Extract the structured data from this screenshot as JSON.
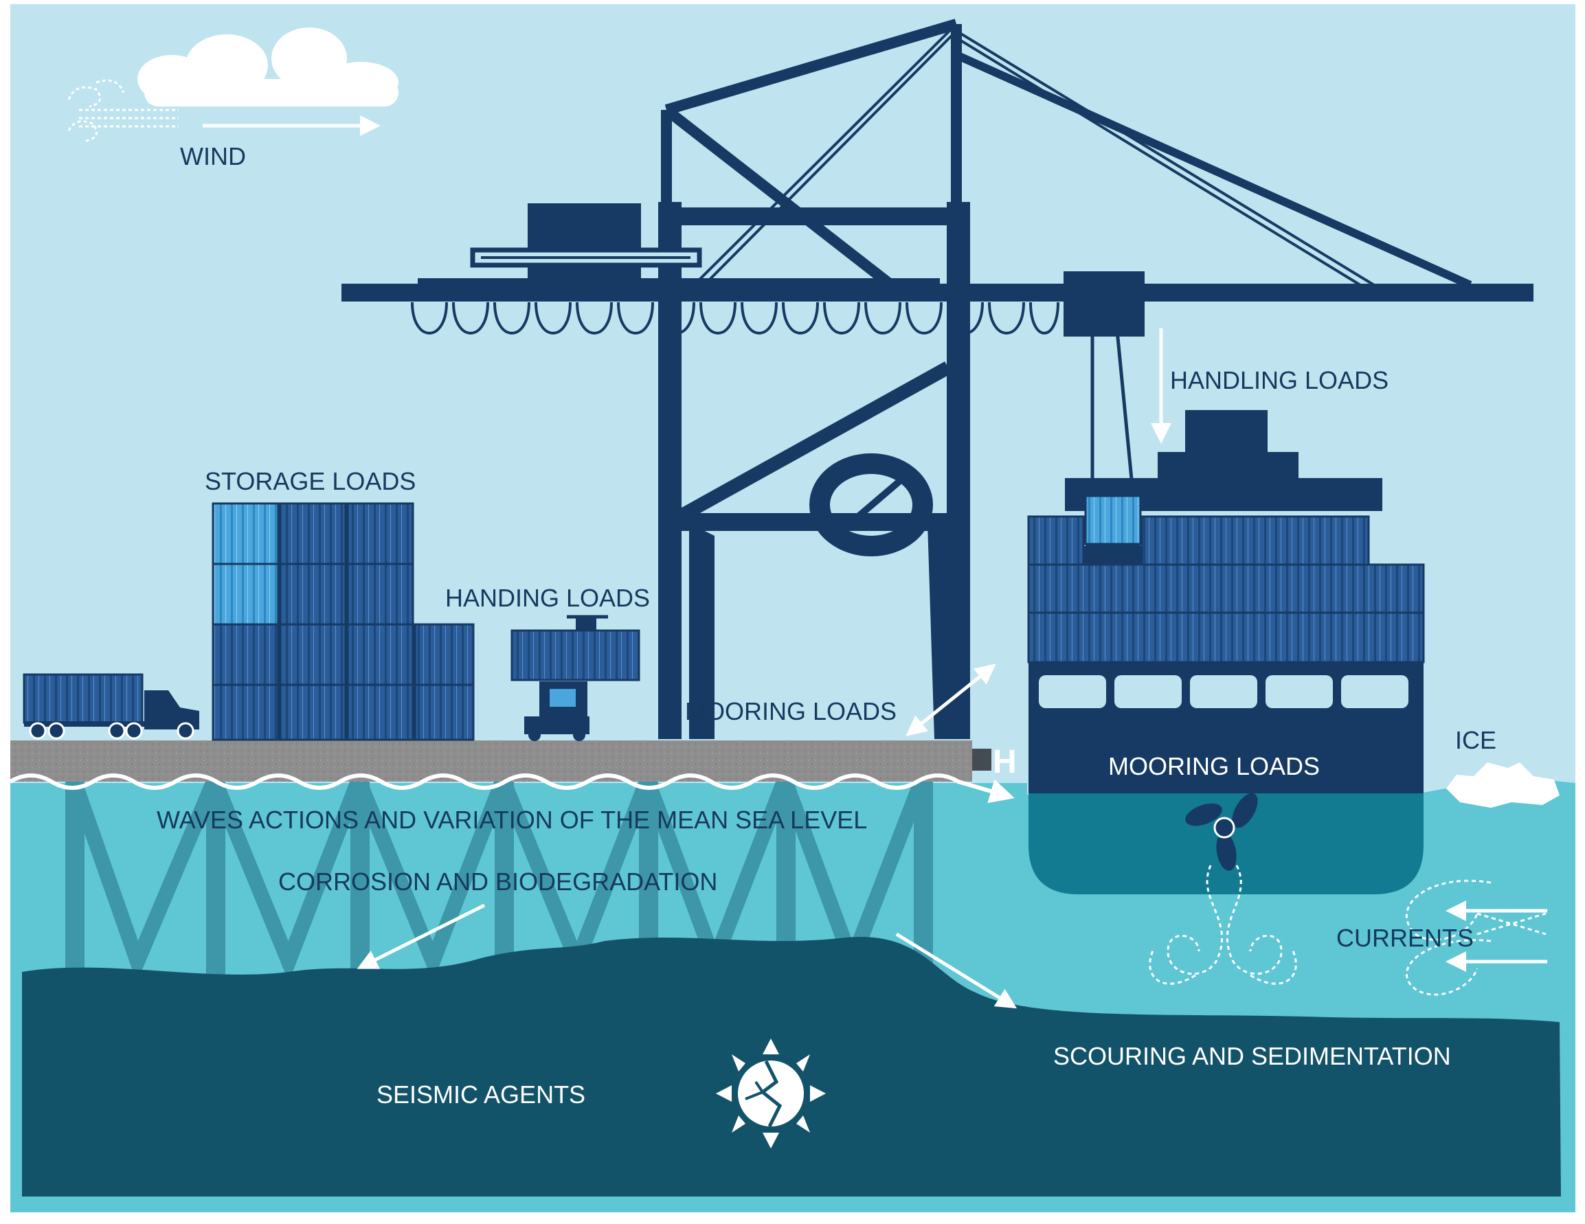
{
  "labels": {
    "wind": "WIND",
    "handling_loads_crane": "HANDLING LOADS",
    "storage_loads": "STORAGE LOADS",
    "handing_loads": "HANDING LOADS",
    "mooring_loads_quay": "MOORING LOADS",
    "mooring_loads_ship": "MOORING LOADS",
    "fender_letter": "H",
    "ice": "ICE",
    "waves": "WAVES ACTIONS AND VARIATION OF THE MEAN SEA LEVEL",
    "corrosion": "CORROSION AND BIODEGRADATION",
    "currents": "CURRENTS",
    "scouring": "SCOURING AND SEDIMENTATION",
    "seismic": "SEISMIC AGENTS"
  },
  "colors": {
    "sky": "#bfe4ef",
    "sea": "#5fc6d4",
    "seabed": "#13536a",
    "structure": "#163a63",
    "container_dark": "#2a5d99",
    "container_light": "#4aa6dc",
    "quay_deck": "#8c8c8c",
    "piles": "#3d97a8",
    "hull_underwater": "#127a91",
    "white": "#ffffff"
  },
  "icons": [
    "cloud-icon",
    "wind-gust-icon",
    "propeller-icon",
    "earthquake-icon",
    "ice-icon",
    "current-swirl-icon",
    "truck-icon",
    "straddle-carrier-icon"
  ]
}
